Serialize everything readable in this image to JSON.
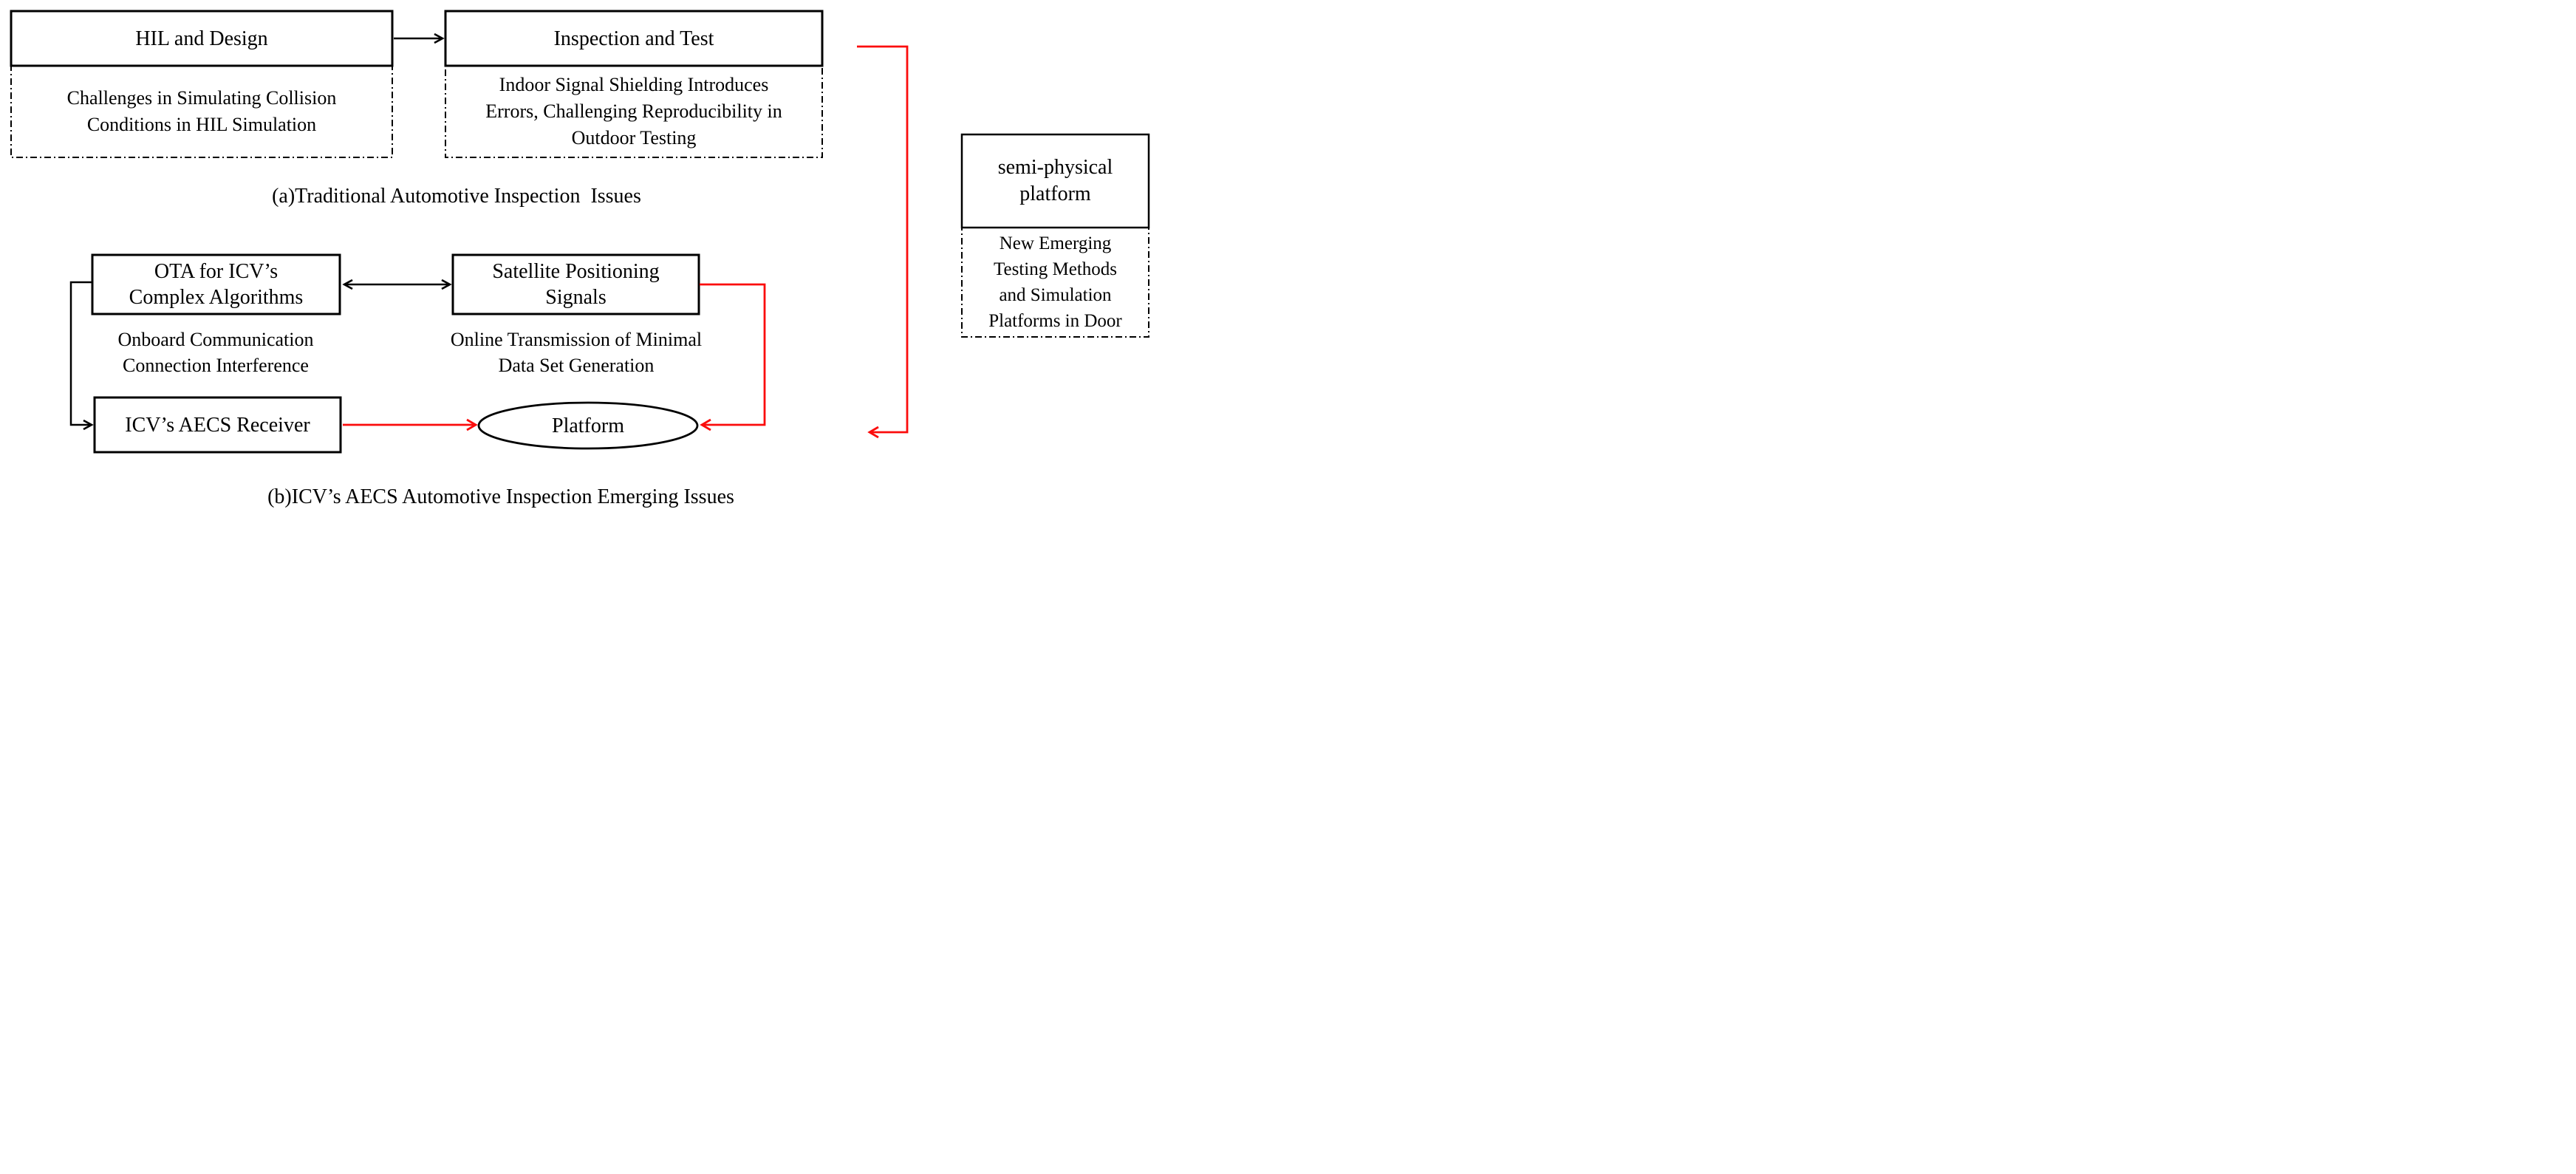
{
  "figure": {
    "background": "#ffffff",
    "line_black": "#000000",
    "line_red": "#fb0c0c"
  },
  "section_a": {
    "caption": "(a)Traditional Automotive Inspection  Issues",
    "hil_box_label": "HIL and Design",
    "hil_note_lines": [
      "Challenges in Simulating Collision",
      "Conditions in HIL Simulation"
    ],
    "inspection_box_label": "Inspection and Test",
    "inspection_note_lines": [
      "Indoor Signal Shielding Introduces",
      "Errors, Challenging Reproducibility in",
      "Outdoor Testing"
    ]
  },
  "section_b": {
    "caption": "(b)ICV’s AECS Automotive Inspection Emerging Issues",
    "ota_box_lines": [
      "OTA for ICV’s",
      "Complex Algorithms"
    ],
    "ota_note_lines": [
      "Onboard Communication",
      "Connection Interference"
    ],
    "satellite_box_lines": [
      "Satellite Positioning",
      "Signals"
    ],
    "satellite_note_lines": [
      "Online Transmission of Minimal",
      "Data Set Generation"
    ],
    "receiver_box_label": "ICV’s AECS Receiver",
    "platform_ellipse_label": "Platform"
  },
  "right_panel": {
    "box_lines": [
      "semi-physical",
      "platform"
    ],
    "note_lines": [
      "New Emerging",
      "Testing Methods",
      "and Simulation",
      "Platforms in Door"
    ]
  }
}
